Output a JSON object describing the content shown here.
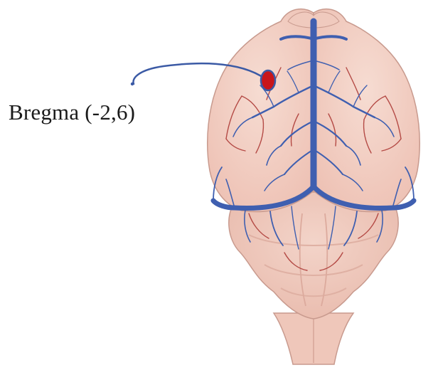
{
  "annotation": {
    "label": "Bregma (-2,6)"
  },
  "colors": {
    "background": "#ffffff",
    "brain_fill": "#f2cfc3",
    "brain_edge": "#c89a8e",
    "vein": "#3f5fb0",
    "vein_dark": "#2c4489",
    "artery": "#b44a45",
    "marker_fill": "#c8161b",
    "marker_edge": "#3b5aa5",
    "pointer": "#3b5aa5"
  },
  "icons": {
    "brain": "mouse-brain-dorsal-view-illustration",
    "marker": "injection-site-dot"
  }
}
